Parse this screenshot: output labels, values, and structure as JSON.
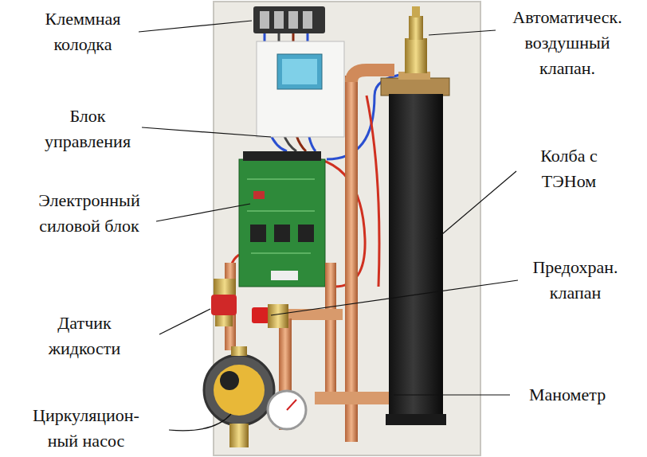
{
  "diagram": {
    "labels": [
      "Клеммная колодка",
      "Блок управления",
      "Электронный силовой блок",
      "Датчик жидкости",
      "Циркуляцион- ный насос",
      "Автоматическ. воздушный клапан.",
      "Колба с ТЭНом",
      "Предохран. клапан",
      "Манометр"
    ]
  }
}
